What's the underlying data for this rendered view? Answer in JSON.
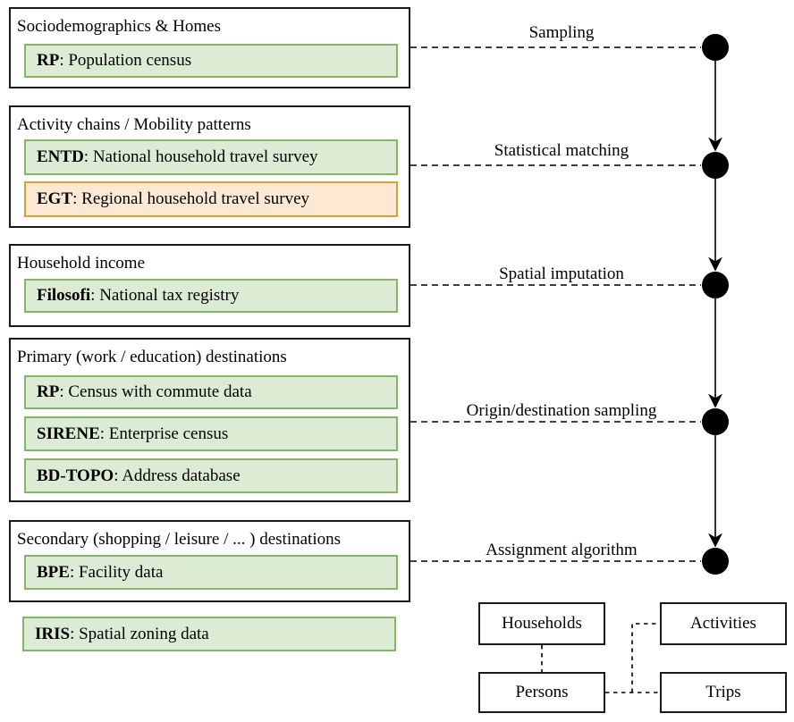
{
  "palette": {
    "green_fill": "#dcebd3",
    "green_stroke": "#85b56b",
    "orange_fill": "#fde8d4",
    "orange_stroke": "#dda030",
    "line_color": "#000000"
  },
  "groups": [
    {
      "title": "Sociodemographics & Homes",
      "items": [
        {
          "code": "RP",
          "desc": ": Population census",
          "color": "green"
        }
      ]
    },
    {
      "title": "Activity chains / Mobility patterns",
      "items": [
        {
          "code": "ENTD",
          "desc": ": National household travel survey",
          "color": "green"
        },
        {
          "code": "EGT",
          "desc": ": Regional household travel survey",
          "color": "orange"
        }
      ]
    },
    {
      "title": "Household income",
      "items": [
        {
          "code": "Filosofi",
          "desc": ": National tax registry",
          "color": "green"
        }
      ]
    },
    {
      "title": "Primary (work / education) destinations",
      "items": [
        {
          "code": "RP",
          "desc": ": Census with commute data",
          "color": "green"
        },
        {
          "code": "SIRENE",
          "desc": ": Enterprise census",
          "color": "green"
        },
        {
          "code": "BD-TOPO",
          "desc": ": Address database",
          "color": "green"
        }
      ]
    },
    {
      "title": "Secondary (shopping / leisure / ... ) destinations",
      "items": [
        {
          "code": "BPE",
          "desc": ": Facility data",
          "color": "green"
        }
      ]
    }
  ],
  "standalone_item": {
    "code": "IRIS",
    "desc": ": Spatial zoning data"
  },
  "process_steps": [
    {
      "label": "Sampling"
    },
    {
      "label": "Statistical matching"
    },
    {
      "label": "Spatial imputation"
    },
    {
      "label": "Origin/destination sampling"
    },
    {
      "label": "Assignment algorithm"
    }
  ],
  "entities": {
    "households": "Households",
    "activities": "Activities",
    "persons": "Persons",
    "trips": "Trips"
  }
}
